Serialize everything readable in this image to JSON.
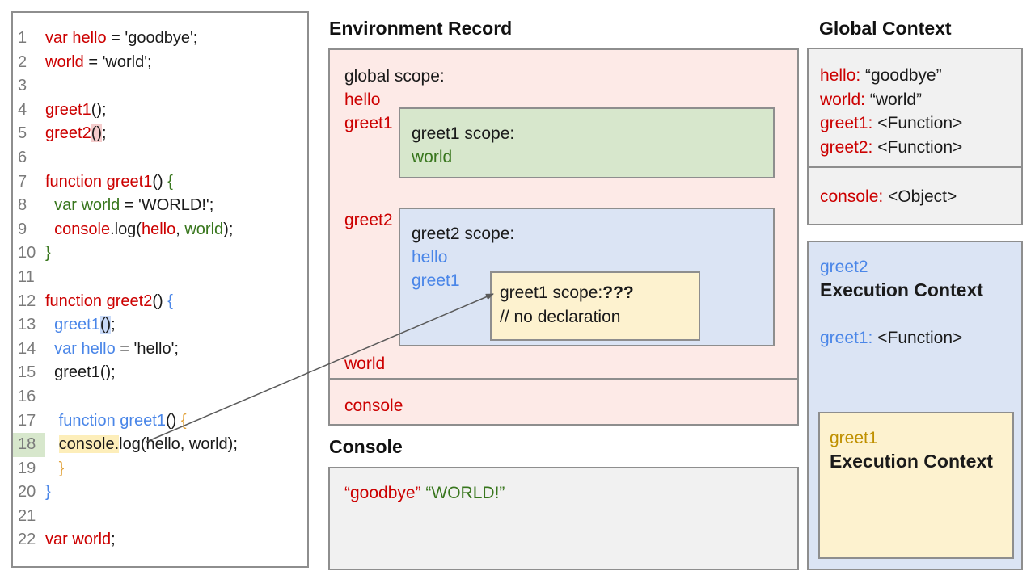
{
  "colors": {
    "red_text": "#cc0000",
    "green_text": "#38761d",
    "blue_text": "#4a86e8",
    "gold_text": "#bf9000",
    "pink_bg": "#fdeae7",
    "green_bg": "#d7e7cc",
    "blue_bg": "#dbe4f4",
    "yellow_bg": "#fdf2cf",
    "grey_bg": "#f1f1f1",
    "border": "#8e8e8e"
  },
  "code_panel": {
    "lines": [
      {
        "n": "1",
        "tokens": [
          [
            "var hello",
            "red"
          ],
          [
            " = 'goodbye';",
            ""
          ]
        ]
      },
      {
        "n": "2",
        "tokens": [
          [
            "world",
            "red"
          ],
          [
            " = 'world';",
            ""
          ]
        ]
      },
      {
        "n": "3",
        "tokens": []
      },
      {
        "n": "4",
        "tokens": [
          [
            "greet1",
            "red"
          ],
          [
            "();",
            ""
          ]
        ]
      },
      {
        "n": "5",
        "tokens": [
          [
            "greet2",
            "red"
          ],
          [
            "()",
            "hl-pink"
          ],
          [
            ";",
            ""
          ]
        ]
      },
      {
        "n": "6",
        "tokens": []
      },
      {
        "n": "7",
        "tokens": [
          [
            "function greet1",
            "red"
          ],
          [
            "() ",
            ""
          ],
          [
            "{",
            "green"
          ]
        ]
      },
      {
        "n": "8",
        "tokens": [
          [
            "  ",
            ""
          ],
          [
            "var world",
            "green"
          ],
          [
            " = 'WORLD!';",
            ""
          ]
        ]
      },
      {
        "n": "9",
        "tokens": [
          [
            "  ",
            ""
          ],
          [
            "console",
            "red"
          ],
          [
            ".log(",
            ""
          ],
          [
            "hello",
            "red"
          ],
          [
            ", ",
            ""
          ],
          [
            "world",
            "green"
          ],
          [
            ");",
            ""
          ]
        ]
      },
      {
        "n": "10",
        "tokens": [
          [
            "}",
            "green"
          ]
        ]
      },
      {
        "n": "11",
        "tokens": []
      },
      {
        "n": "12",
        "tokens": [
          [
            "function greet2",
            "red"
          ],
          [
            "() ",
            ""
          ],
          [
            "{",
            "blue"
          ]
        ]
      },
      {
        "n": "13",
        "tokens": [
          [
            "  ",
            ""
          ],
          [
            "greet1",
            "blue"
          ],
          [
            "()",
            "hl-blue"
          ],
          [
            ";",
            ""
          ]
        ]
      },
      {
        "n": "14",
        "tokens": [
          [
            "  ",
            ""
          ],
          [
            "var hello",
            "blue"
          ],
          [
            " = 'hello';",
            ""
          ]
        ]
      },
      {
        "n": "15",
        "tokens": [
          [
            "  greet1();",
            ""
          ]
        ]
      },
      {
        "n": "16",
        "tokens": []
      },
      {
        "n": "17",
        "tokens": [
          [
            "   ",
            ""
          ],
          [
            "function greet1",
            "blue"
          ],
          [
            "() ",
            ""
          ],
          [
            "{",
            "gold"
          ]
        ]
      },
      {
        "n": "18",
        "num_hl": true,
        "tokens": [
          [
            "   ",
            ""
          ],
          [
            "console.",
            "hl-yellow"
          ],
          [
            "log(hello, world);",
            ""
          ]
        ]
      },
      {
        "n": "19",
        "tokens": [
          [
            "   ",
            ""
          ],
          [
            "}",
            "gold"
          ]
        ]
      },
      {
        "n": "20",
        "tokens": [
          [
            "}",
            "blue"
          ]
        ]
      },
      {
        "n": "21",
        "tokens": []
      },
      {
        "n": "22",
        "tokens": [
          [
            "var world",
            "red"
          ],
          [
            ";",
            ""
          ]
        ]
      }
    ]
  },
  "env": {
    "title": "Environment Record",
    "global_label": "global scope:",
    "hello": "hello",
    "greet1": "greet1",
    "greet2": "greet2",
    "world": "world",
    "console": "console",
    "greet1_scope": {
      "label": "greet1 scope:",
      "world": "world"
    },
    "greet2_scope": {
      "label": "greet2 scope:",
      "hello": "hello",
      "greet1": "greet1",
      "inner": {
        "label": "greet1 scope:",
        "unknown": "???",
        "comment": "// no declaration"
      }
    }
  },
  "console_panel": {
    "title": "Console",
    "out_goodbye": "“goodbye”",
    "out_world": "“WORLD!”"
  },
  "global_context": {
    "title": "Global Context",
    "rows_top": [
      {
        "k": "hello:",
        "v": " “goodbye”",
        "kc": "red"
      },
      {
        "k": "world:",
        "v": " “world”",
        "kc": "red"
      },
      {
        "k": "greet1:",
        "v": " <Function>",
        "kc": "red"
      },
      {
        "k": "greet2:",
        "v": " <Function>",
        "kc": "red"
      }
    ],
    "rows_bottom": [
      {
        "k": "console:",
        "v": " <Object>",
        "kc": "red"
      }
    ]
  },
  "greet2_context": {
    "name": "greet2",
    "title": "Execution Context",
    "rows": [
      {
        "k": "greet1:",
        "v": " <Function>",
        "kc": "blue"
      }
    ],
    "inner": {
      "name": "greet1",
      "title": "Execution Context"
    }
  }
}
